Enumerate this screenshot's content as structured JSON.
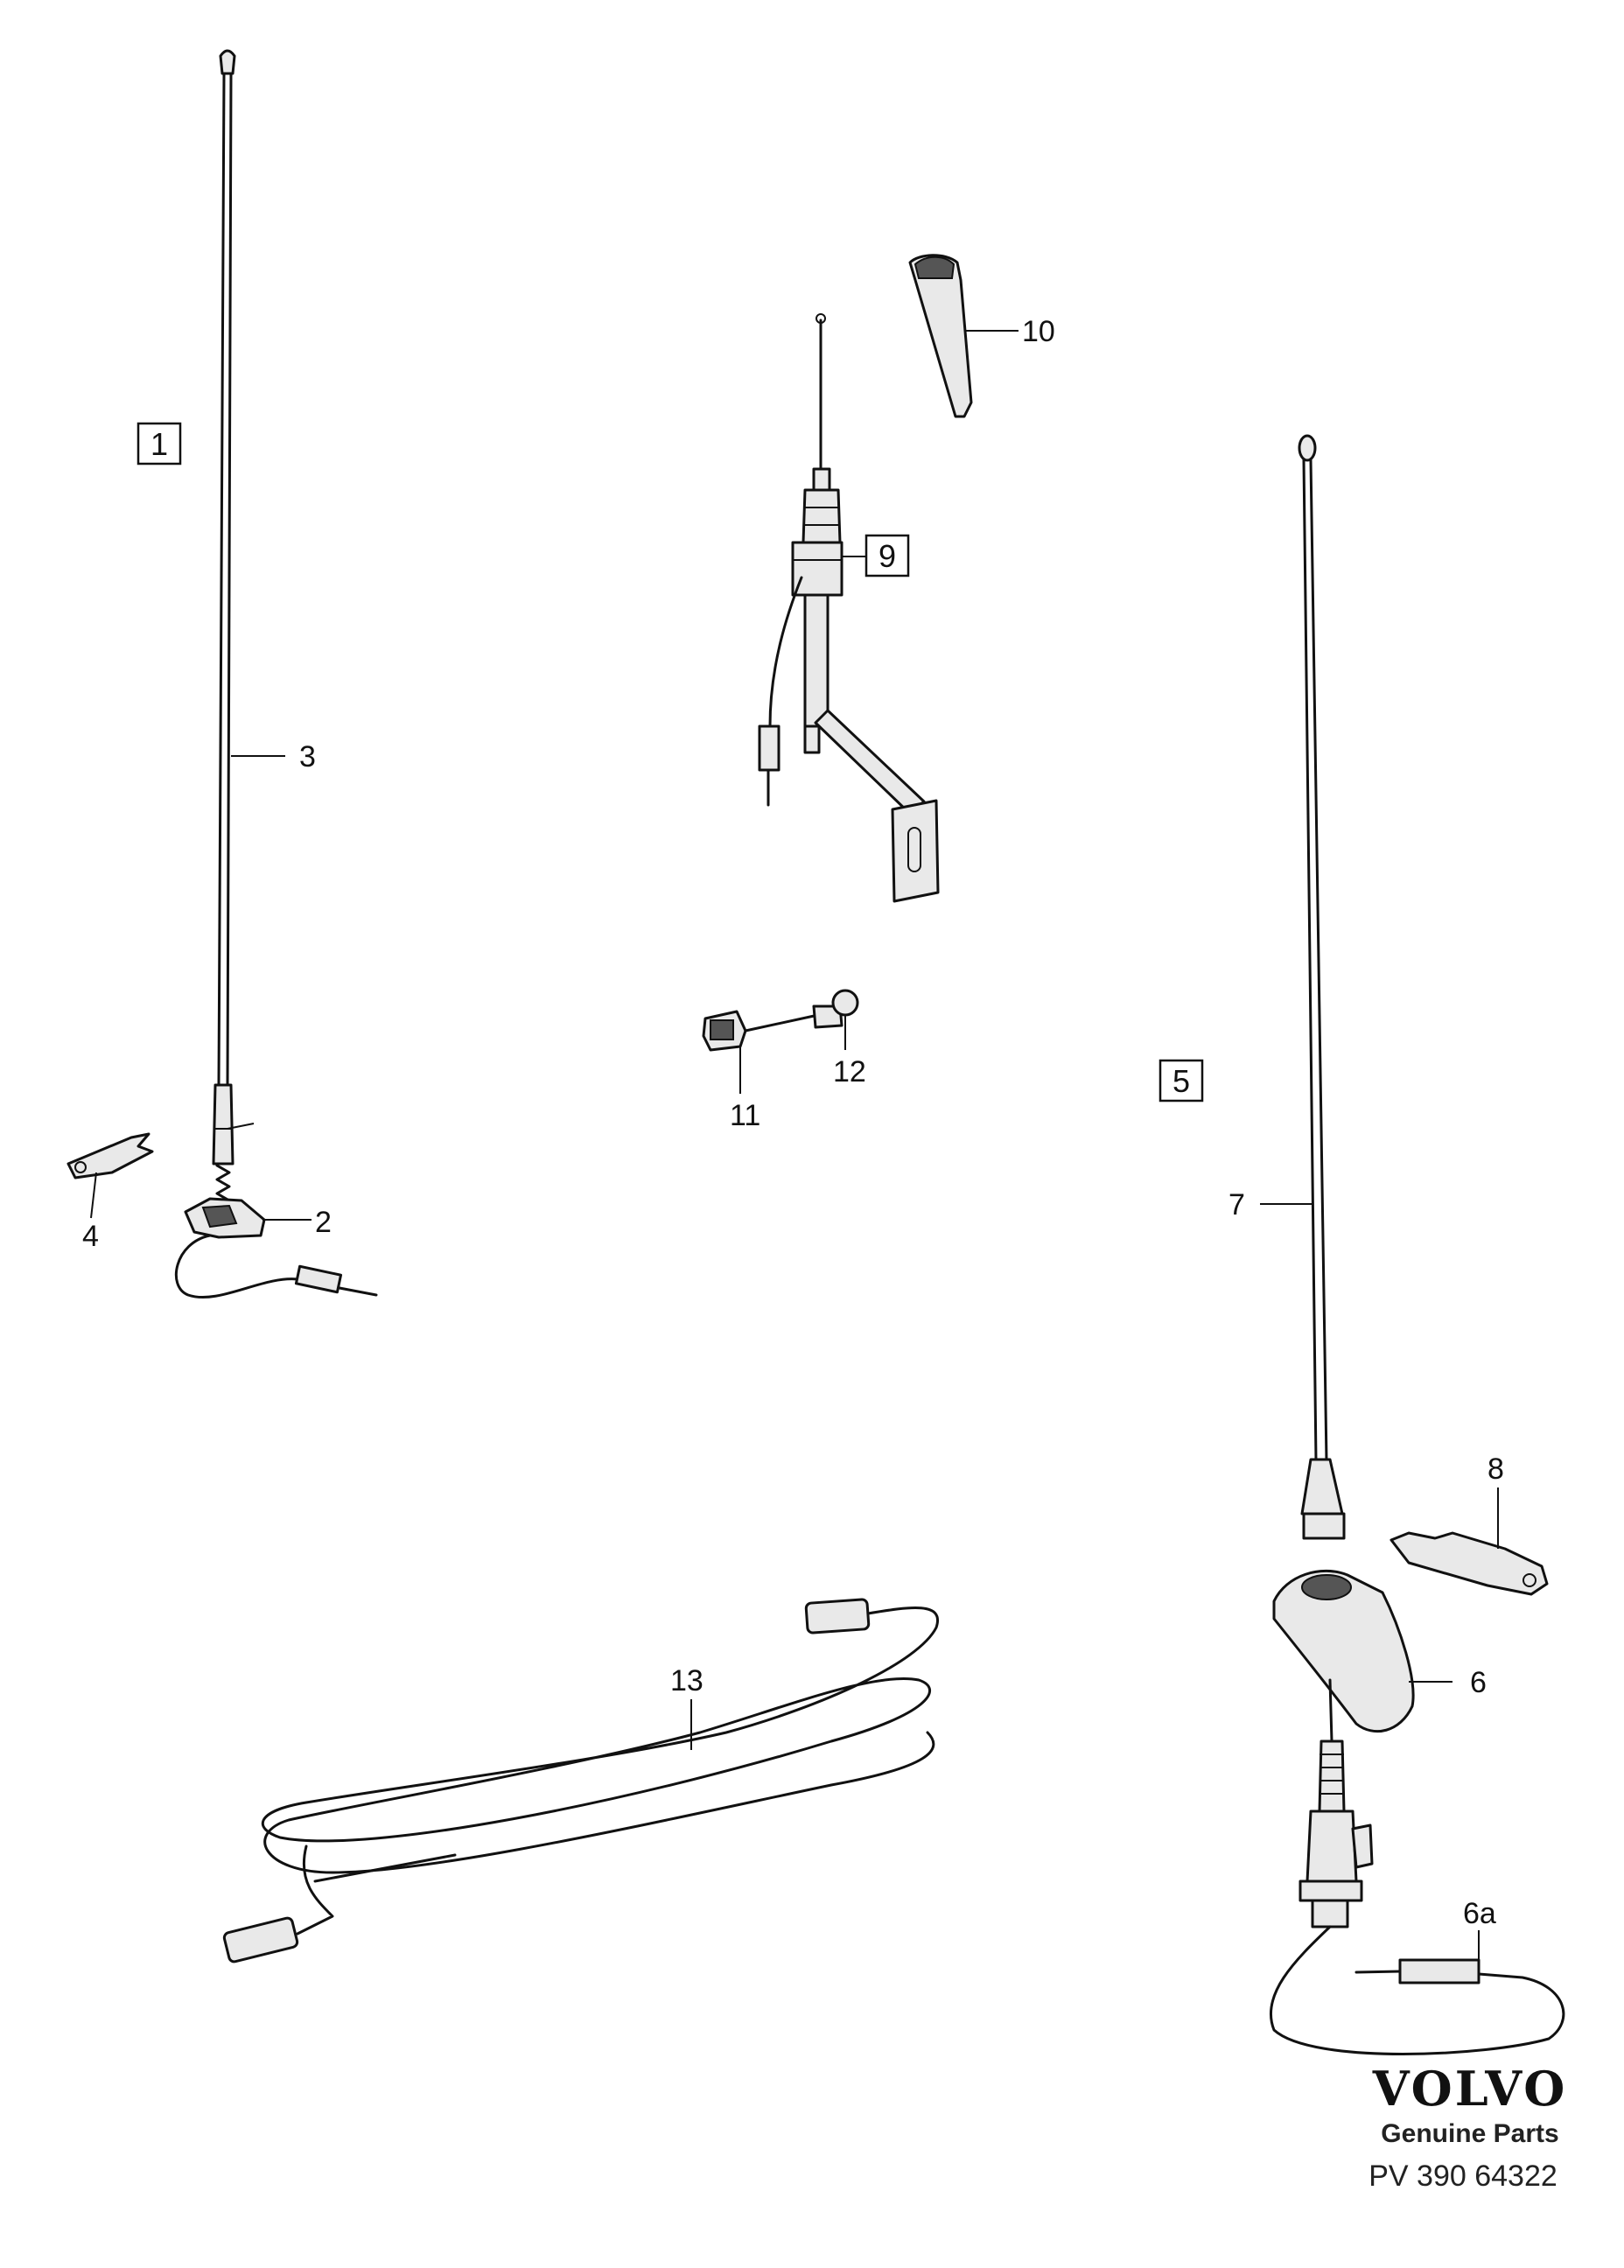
{
  "labels": {
    "box_1": "1",
    "box_5": "5",
    "box_9": "9",
    "n2": "2",
    "n3": "3",
    "n4": "4",
    "n6": "6",
    "n6a": "6a",
    "n7": "7",
    "n8": "8",
    "n10": "10",
    "n11": "11",
    "n12": "12",
    "n13": "13"
  },
  "footer": {
    "brand": "VOLVO",
    "subtitle": "Genuine Parts",
    "reference": "PV 390 64322"
  }
}
